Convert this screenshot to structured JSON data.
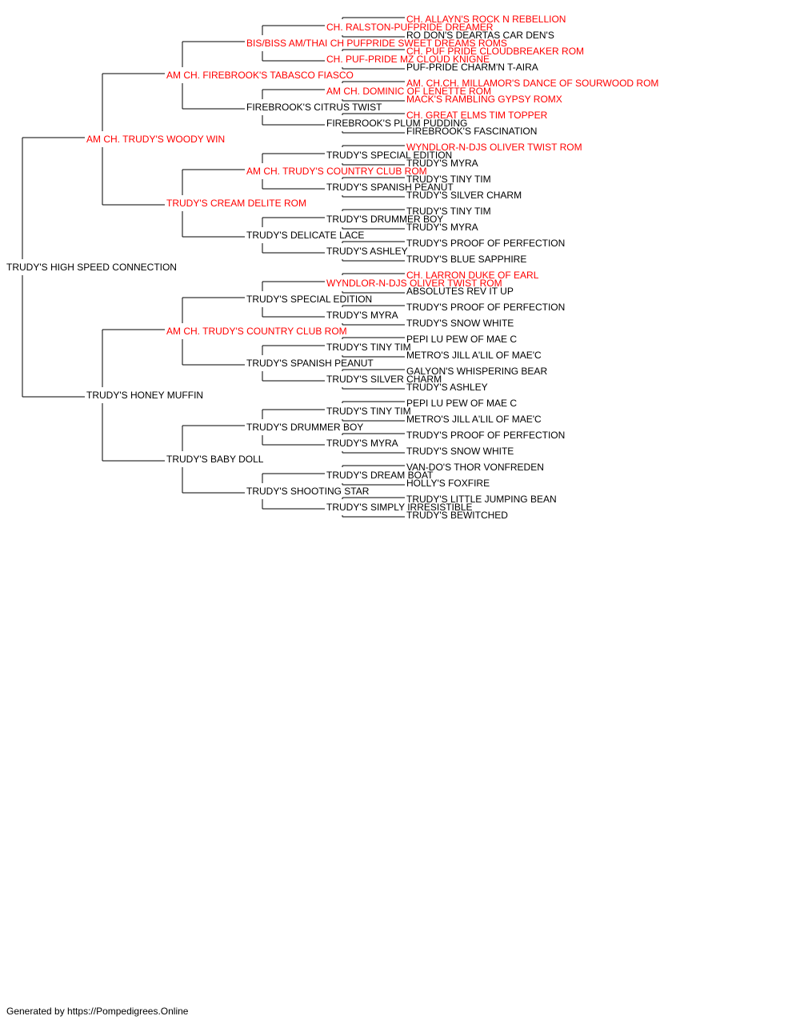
{
  "colors": {
    "champion": "#ff0000",
    "normal": "#000000",
    "line": "#000000"
  },
  "footer": "Generated by https://Pompedigrees.Online",
  "pedigree": {
    "name": "TRUDY'S HIGH SPEED CONNECTION",
    "champion": false,
    "sire": {
      "name": "AM CH. TRUDY'S WOODY WIN",
      "champion": true,
      "sire": {
        "name": "AM CH. FIREBROOK'S TABASCO FIASCO",
        "champion": true,
        "sire": {
          "name": "BIS/BISS AM/THAI CH PUFPRIDE SWEET DREAMS ROMS",
          "champion": true,
          "sire": {
            "name": "CH. RALSTON-PUFPRIDE DREAMER",
            "champion": true,
            "sire": {
              "name": "CH. ALLAYN'S ROCK N REBELLION",
              "champion": true
            },
            "dam": {
              "name": "RO DON'S DEARTAS CAR DEN'S",
              "champion": false
            }
          },
          "dam": {
            "name": "CH. PUF-PRIDE MZ CLOUD KNIGNE",
            "champion": true,
            "sire": {
              "name": "CH. PUF PRIDE CLOUDBREAKER ROM",
              "champion": true
            },
            "dam": {
              "name": "PUF-PRIDE CHARM'N T-AIRA",
              "champion": false
            }
          }
        },
        "dam": {
          "name": "FIREBROOK'S CITRUS TWIST",
          "champion": false,
          "sire": {
            "name": "AM CH. DOMINIC OF LENETTE ROM",
            "champion": true,
            "sire": {
              "name": "AM. CH.CH. MILLAMOR'S DANCE OF SOURWOOD ROM",
              "champion": true
            },
            "dam": {
              "name": "MACK'S RAMBLING GYPSY ROMX",
              "champion": true
            }
          },
          "dam": {
            "name": "FIREBROOK'S PLUM PUDDING",
            "champion": false,
            "sire": {
              "name": "CH. GREAT ELMS TIM TOPPER",
              "champion": true
            },
            "dam": {
              "name": "FIREBROOK'S FASCINATION",
              "champion": false
            }
          }
        }
      },
      "dam": {
        "name": "TRUDY'S CREAM DELITE ROM",
        "champion": true,
        "sire": {
          "name": "AM CH. TRUDY'S COUNTRY CLUB ROM",
          "champion": true,
          "sire": {
            "name": "TRUDY'S SPECIAL EDITION",
            "champion": false,
            "sire": {
              "name": "WYNDLOR-N-DJS OLIVER TWIST ROM",
              "champion": true
            },
            "dam": {
              "name": "TRUDY'S MYRA",
              "champion": false
            }
          },
          "dam": {
            "name": "TRUDY'S SPANISH PEANUT",
            "champion": false,
            "sire": {
              "name": "TRUDY'S TINY TIM",
              "champion": false
            },
            "dam": {
              "name": "TRUDY'S SILVER CHARM",
              "champion": false
            }
          }
        },
        "dam": {
          "name": "TRUDY'S DELICATE LACE",
          "champion": false,
          "sire": {
            "name": "TRUDY'S DRUMMER BOY",
            "champion": false,
            "sire": {
              "name": "TRUDY'S TINY TIM",
              "champion": false
            },
            "dam": {
              "name": "TRUDY'S MYRA",
              "champion": false
            }
          },
          "dam": {
            "name": "TRUDY'S ASHLEY",
            "champion": false,
            "sire": {
              "name": "TRUDY'S PROOF OF PERFECTION",
              "champion": false
            },
            "dam": {
              "name": "TRUDY'S BLUE SAPPHIRE",
              "champion": false
            }
          }
        }
      }
    },
    "dam": {
      "name": "TRUDY'S HONEY MUFFIN",
      "champion": false,
      "sire": {
        "name": "AM CH. TRUDY'S COUNTRY CLUB ROM",
        "champion": true,
        "sire": {
          "name": "TRUDY'S SPECIAL EDITION",
          "champion": false,
          "sire": {
            "name": "WYNDLOR-N-DJS OLIVER TWIST ROM",
            "champion": true,
            "sire": {
              "name": "CH. LARRON DUKE OF EARL",
              "champion": true
            },
            "dam": {
              "name": "ABSOLUTES REV IT UP",
              "champion": false
            }
          },
          "dam": {
            "name": "TRUDY'S MYRA",
            "champion": false,
            "sire": {
              "name": "TRUDY'S PROOF OF PERFECTION",
              "champion": false
            },
            "dam": {
              "name": "TRUDY'S SNOW WHITE",
              "champion": false
            }
          }
        },
        "dam": {
          "name": "TRUDY'S SPANISH PEANUT",
          "champion": false,
          "sire": {
            "name": "TRUDY'S TINY TIM",
            "champion": false,
            "sire": {
              "name": "PEPI LU PEW OF MAE C",
              "champion": false
            },
            "dam": {
              "name": "METRO'S JILL A'LIL OF MAE'C",
              "champion": false
            }
          },
          "dam": {
            "name": "TRUDY'S SILVER CHARM",
            "champion": false,
            "sire": {
              "name": "GALYON'S WHISPERING BEAR",
              "champion": false
            },
            "dam": {
              "name": "TRUDY'S ASHLEY",
              "champion": false
            }
          }
        }
      },
      "dam": {
        "name": "TRUDY'S BABY DOLL",
        "champion": false,
        "sire": {
          "name": "TRUDY'S DRUMMER BOY",
          "champion": false,
          "sire": {
            "name": "TRUDY'S TINY TIM",
            "champion": false,
            "sire": {
              "name": "PEPI LU PEW OF MAE C",
              "champion": false
            },
            "dam": {
              "name": "METRO'S JILL A'LIL OF MAE'C",
              "champion": false
            }
          },
          "dam": {
            "name": "TRUDY'S MYRA",
            "champion": false,
            "sire": {
              "name": "TRUDY'S PROOF OF PERFECTION",
              "champion": false
            },
            "dam": {
              "name": "TRUDY'S SNOW WHITE",
              "champion": false
            }
          }
        },
        "dam": {
          "name": "TRUDY'S SHOOTING STAR",
          "champion": false,
          "sire": {
            "name": "TRUDY'S DREAM BOAT",
            "champion": false,
            "sire": {
              "name": "VAN-DO'S THOR VONFREDEN",
              "champion": false
            },
            "dam": {
              "name": "HOLLY'S FOXFIRE",
              "champion": false
            }
          },
          "dam": {
            "name": "TRUDY'S SIMPLY IRRESISTIBLE",
            "champion": false,
            "sire": {
              "name": "TRUDY'S LITTLE JUMPING BEAN",
              "champion": false
            },
            "dam": {
              "name": "TRUDY'S BEWITCHED",
              "champion": false
            }
          }
        }
      }
    }
  }
}
